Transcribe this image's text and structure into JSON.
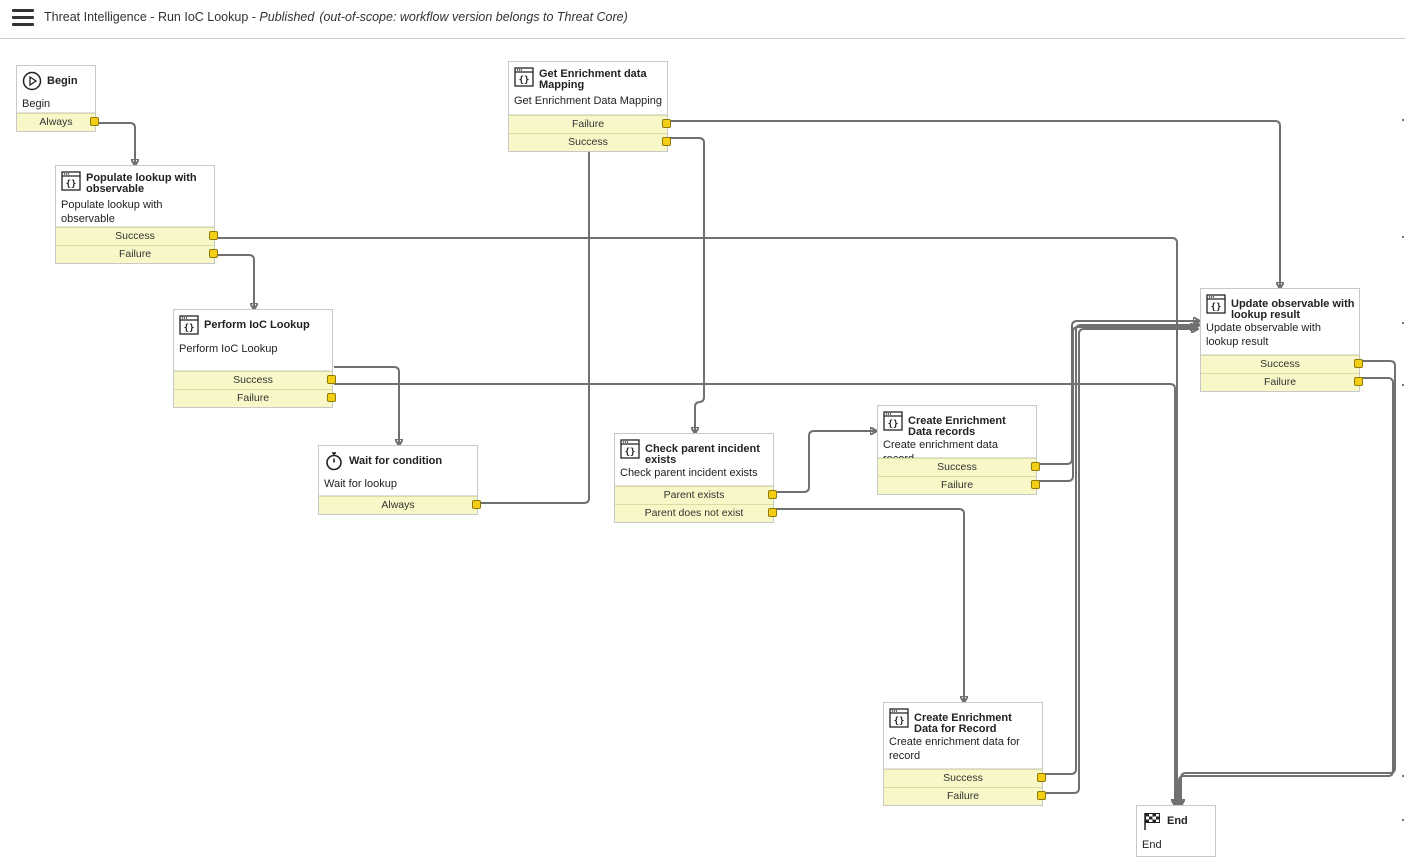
{
  "header": {
    "title": "Threat Intelligence - Run IoC Lookup",
    "separator": " - ",
    "status": "Published",
    "note": "(out-of-scope: workflow version belongs to Threat Core)"
  },
  "nodes": {
    "begin": {
      "title": "Begin",
      "description": "Begin",
      "icon": "play-icon",
      "outcomes": [
        "Always"
      ]
    },
    "populate": {
      "title": "Populate lookup with observable",
      "description": "Populate lookup with observable",
      "icon": "script-icon",
      "outcomes": [
        "Success",
        "Failure"
      ]
    },
    "perform": {
      "title": "Perform IoC Lookup",
      "description": "Perform IoC Lookup",
      "icon": "script-icon",
      "outcomes": [
        "Success",
        "Failure"
      ]
    },
    "wait": {
      "title": "Wait for condition",
      "description": "Wait for lookup",
      "icon": "timer-icon",
      "outcomes": [
        "Always"
      ]
    },
    "mapping": {
      "title": "Get Enrichment data Mapping",
      "description": "Get Enrichment Data Mapping",
      "icon": "script-icon",
      "outcomes": [
        "Failure",
        "Success"
      ]
    },
    "check": {
      "title": "Check parent incident exists",
      "description": "Check parent incident exists",
      "icon": "script-icon",
      "outcomes": [
        "Parent exists",
        "Parent does not exist"
      ]
    },
    "records": {
      "title": "Create Enrichment Data records",
      "description": "Create enrichment data record",
      "icon": "script-icon",
      "outcomes": [
        "Success",
        "Failure"
      ]
    },
    "forrecord": {
      "title": "Create Enrichment Data for Record",
      "description": "Create enrichment data for record",
      "icon": "script-icon",
      "outcomes": [
        "Success",
        "Failure"
      ]
    },
    "update": {
      "title": "Update observable with lookup result",
      "description": "Update observable with lookup result",
      "icon": "script-icon",
      "outcomes": [
        "Success",
        "Failure"
      ]
    },
    "end": {
      "title": "End",
      "description": "End",
      "icon": "checkered-flag-icon",
      "outcomes": []
    }
  },
  "colors": {
    "outcome_bg": "#f8f7c8",
    "port": "#f2cf16",
    "wire": "#707070"
  }
}
